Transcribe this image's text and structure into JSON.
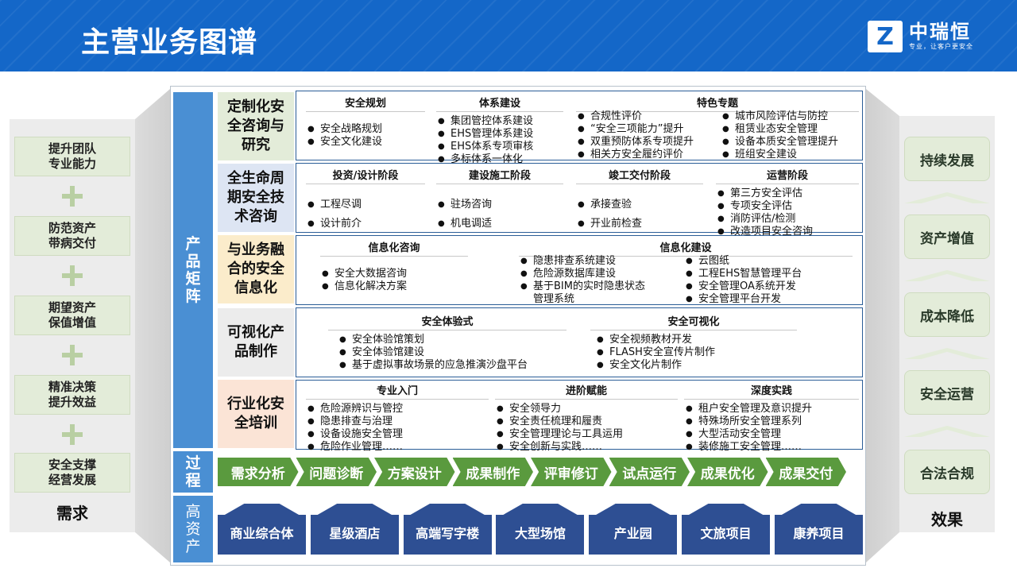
{
  "header": {
    "title": "主营业务图谱"
  },
  "logo": {
    "mark": "Z",
    "name": "中瑞恒",
    "slogan": "专业，让客户更安全"
  },
  "needs": {
    "items": [
      "提升团队\n专业能力",
      "防范资产\n带病交付",
      "期望资产\n保值增值",
      "精准决策\n提升效益",
      "安全支撑\n经营发展"
    ],
    "label": "需求"
  },
  "results": {
    "items": [
      "持续发展",
      "资产增值",
      "成本降低",
      "安全运营",
      "合法合规"
    ],
    "label": "效果"
  },
  "strips": {
    "product": [
      "产",
      "品",
      "矩",
      "阵"
    ],
    "process": [
      "过",
      "程"
    ],
    "asset": [
      "高",
      "资",
      "产"
    ]
  },
  "matrix": [
    {
      "category": "定制化安\n全咨询与\n研究",
      "columns": [
        {
          "head": "安全规划",
          "items": [
            "安全战略规划",
            "安全文化建设"
          ]
        },
        {
          "head": "体系建设",
          "items": [
            "集团管控体系建设",
            "EHS管理体系建设",
            "EHS体系专项审核",
            "多标体系一体化"
          ]
        },
        {
          "head": "特色专题",
          "items": [
            "合规性评价",
            "“安全三项能力”提升",
            "双重预防体系专项提升",
            "相关方安全履约评价"
          ]
        },
        {
          "head": "",
          "items": [
            "城市风险评估与防控",
            "租赁业态安全管理",
            "设备本质安全管理提升",
            "班组安全建设"
          ]
        }
      ]
    },
    {
      "category": "全生命周\n期安全技\n术咨询",
      "columns": [
        {
          "head": "投资/设计阶段",
          "items": [
            "工程尽调",
            "设计前介"
          ]
        },
        {
          "head": "建设施工阶段",
          "items": [
            "驻场咨询",
            "机电调适"
          ]
        },
        {
          "head": "竣工交付阶段",
          "items": [
            "承接查验",
            "开业前检查"
          ]
        },
        {
          "head": "运营阶段",
          "items": [
            "第三方安全评估",
            "专项安全评估",
            "消防评估/检测",
            "改造项目安全咨询"
          ]
        }
      ]
    },
    {
      "category": "与业务融\n合的安全\n信息化",
      "columns": [
        {
          "head": "信息化咨询",
          "items": [
            "安全大数据咨询",
            "信息化解决方案"
          ]
        },
        {
          "head": "信息化建设",
          "items": [
            "隐患排查系统建设",
            "危险源数据库建设",
            "基于BIM的实时隐患状态",
            "管理系统"
          ]
        },
        {
          "head": "",
          "items": [
            "云图纸",
            "工程EHS智慧管理平台",
            "安全管理OA系统开发",
            "安全管理平台开发"
          ]
        }
      ]
    },
    {
      "category": "可视化产\n品制作",
      "columns": [
        {
          "head": "安全体验式",
          "items": [
            "安全体验馆策划",
            "安全体验馆建设",
            "基于虚拟事故场景的应急推演沙盘平台"
          ]
        },
        {
          "head": "安全可视化",
          "items": [
            "安全视频教材开发",
            "FLASH安全宣传片制作",
            "安全文化片制作"
          ]
        }
      ]
    },
    {
      "category": "行业化安\n全培训",
      "columns": [
        {
          "head": "专业入门",
          "items": [
            "危险源辨识与管控",
            "隐患排查与治理",
            "设备设施安全管理",
            "危险作业管理……"
          ]
        },
        {
          "head": "进阶赋能",
          "items": [
            "安全领导力",
            "安全责任梳理和履责",
            "安全管理理论与工具运用",
            "安全创新与实践……"
          ]
        },
        {
          "head": "深度实践",
          "items": [
            "租户安全管理及意识提升",
            "特殊场所安全管理系列",
            "大型活动安全管理",
            "装修施工安全管理……"
          ]
        }
      ]
    }
  ],
  "process": [
    "需求分析",
    "问题诊断",
    "方案设计",
    "成果制作",
    "评审修订",
    "试点运行",
    "成果优化",
    "成果交付"
  ],
  "assets": [
    "商业综合体",
    "星级酒店",
    "高端写字楼",
    "大型场馆",
    "产业园",
    "文旅项目",
    "康养项目"
  ],
  "colors": {
    "header": "#1467c8",
    "strip": "#4a8fd3",
    "process": "#5a9a3e",
    "asset": "#2e4f93",
    "need": "#e3ecd9"
  }
}
